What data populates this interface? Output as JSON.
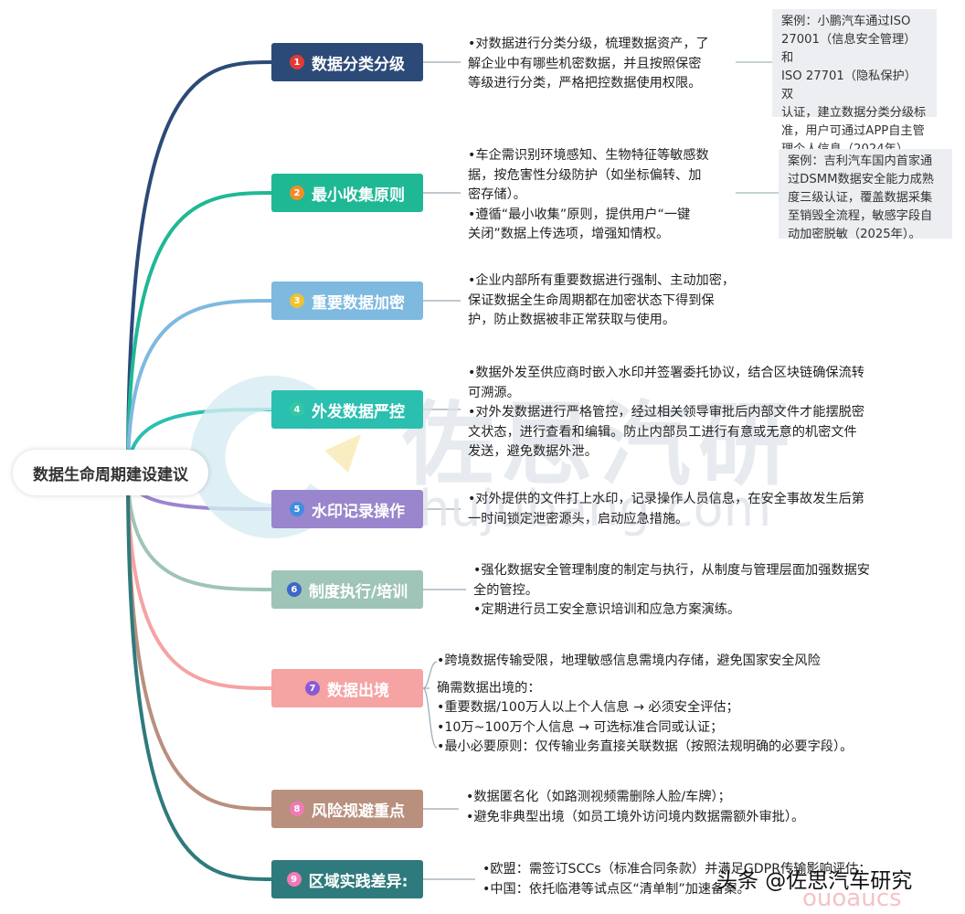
{
  "root_label": "数据生命周期建设建议",
  "watermark": {
    "title": "佐思汽研",
    "url": "shujubang.com"
  },
  "footer": {
    "credit": "头条 @佐思汽车研究",
    "sub": "ouoaucs"
  },
  "branches": [
    {
      "number": "1",
      "label": "数据分类分级",
      "color": "#2c4a78",
      "badge": "#e53935",
      "lines": [
        "•对数据进行分类分级，梳理数据资产，了",
        "解企业中有哪些机密数据，并且按照保密",
        "等级进行分类，严格把控数据使用权限。"
      ],
      "case": [
        "案例：小鹏汽车通过ISO",
        "27001（信息安全管理）和",
        "ISO 27701（隐私保护）双",
        "认证，建立数据分类分级标",
        "准，用户可通过APP自主管",
        "理个人信息（2024年）。"
      ]
    },
    {
      "number": "2",
      "label": "最小收集原则",
      "color": "#1fb895",
      "badge": "#f28c28",
      "lines": [
        "•车企需识别环境感知、生物特征等敏感数",
        "据，按危害性分级防护（如坐标偏转、加",
        "密存储）。",
        "•遵循“最小收集”原则，提供用户“一键",
        "关闭”数据上传选项，增强知情权。"
      ],
      "case": [
        "案例：吉利汽车国内首家通",
        "过DSMM数据安全能力成熟",
        "度三级认证，覆盖数据采集",
        "至销毁全流程，敏感字段自",
        "动加密脱敏（2025年）。"
      ]
    },
    {
      "number": "3",
      "label": "重要数据加密",
      "color": "#7eb9e0",
      "badge": "#f2c12e",
      "lines": [
        "•企业内部所有重要数据进行强制、主动加密，",
        "保证数据全生命周期都在加密状态下得到保",
        "护，防止数据被非正常获取与使用。"
      ]
    },
    {
      "number": "4",
      "label": "外发数据严控",
      "color": "#2bbfb0",
      "badge": "#35c7a5",
      "lines": [
        "•数据外发至供应商时嵌入水印并签署委托协议，结合区块链确保流转",
        "可溯源。",
        "•对外发数据进行严格管控，经过相关领导审批后内部文件才能摆脱密",
        "文状态，进行查看和编辑。防止内部员工进行有意或无意的机密文件",
        "发送，避免数据外泄。"
      ]
    },
    {
      "number": "5",
      "label": "水印记录操作",
      "color": "#9a86cc",
      "badge": "#3f8de0",
      "lines": [
        "•对外提供的文件打上水印，记录操作人员信息，在安全事故发生后第",
        "一时间锁定泄密源头，启动应急措施。"
      ]
    },
    {
      "number": "6",
      "label": "制度执行/培训",
      "color": "#9fc4b8",
      "badge": "#3d67c9",
      "lines": [
        "•强化数据安全管理制度的制定与执行，从制度与管理层面加强数据安",
        "全的管控。",
        "•定期进行员工安全意识培训和应急方案演练。"
      ]
    },
    {
      "number": "7",
      "label": "数据出境",
      "color": "#f5a3a3",
      "badge": "#8a5ad6",
      "lines": [
        "•跨境数据传输受限，地理敏感信息需境内存储，避免国家安全风险",
        "",
        "确需数据出境的：",
        "•重要数据/100万人以上个人信息 → 必须安全评估；",
        "•10万~100万个人信息 → 可选标准合同或认证；",
        "•最小必要原则：仅传输业务直接关联数据（按照法规明确的必要字段）。"
      ]
    },
    {
      "number": "8",
      "label": "风险规避重点",
      "color": "#b9907e",
      "badge": "#f07ab8",
      "lines": [
        "•数据匿名化（如路测视频需删除人脸/车牌）；",
        "•避免非典型出境（如员工境外访问境内数据需额外审批）。"
      ]
    },
    {
      "number": "9",
      "label": "区域实践差异:",
      "color": "#2f7a7c",
      "badge": "#f07ab8",
      "lines": [
        "•欧盟：需签订SCCs（标准合同条款）并满足GDPR传输影响评估；",
        "•中国：依托临港等试点区“清单制”加速备案。"
      ]
    }
  ]
}
